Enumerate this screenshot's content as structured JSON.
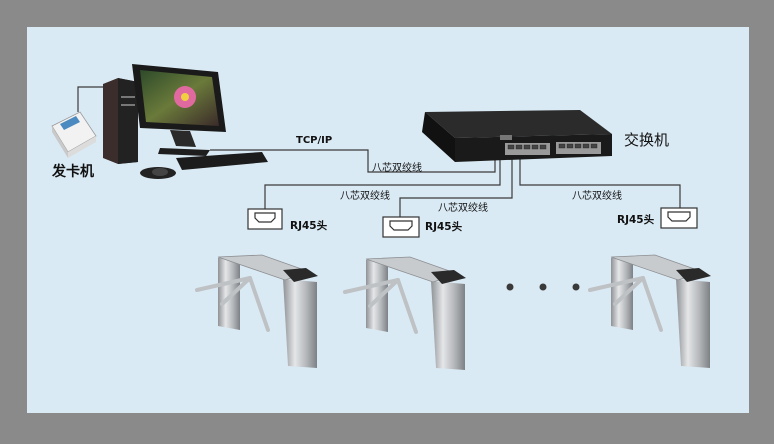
{
  "labels": {
    "card_issuer": "发卡机",
    "switch": "交换机",
    "tcpip": "TCP/IP",
    "cable": "八芯双绞线",
    "rj45": "RJ45头"
  },
  "colors": {
    "frame": "#8a8a8a",
    "panel": "#daeaf4",
    "wire": "#3a3a3a",
    "steel": "#b9bcbf"
  },
  "icons": [
    "card-issuer-icon",
    "computer-icon",
    "keyboard-icon",
    "mouse-icon",
    "network-switch-icon",
    "rj45-jack-icon",
    "tripod-turnstile-icon",
    "ellipsis-dots-icon"
  ]
}
